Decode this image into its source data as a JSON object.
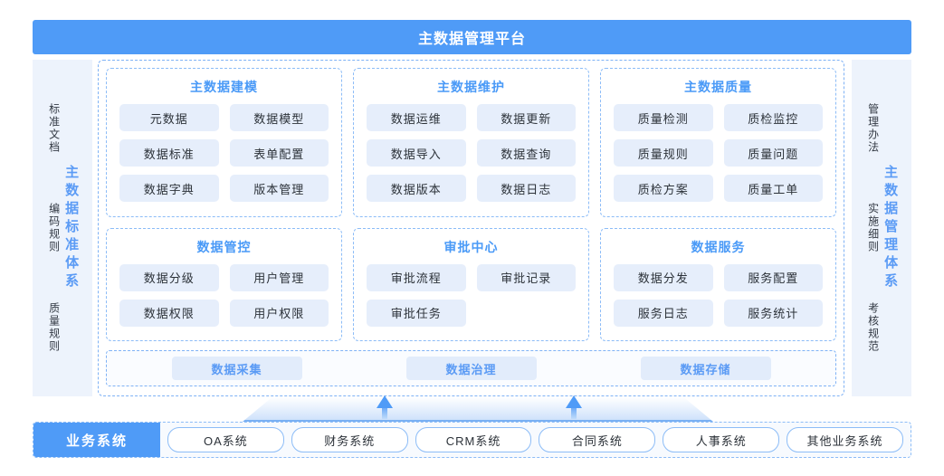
{
  "header": {
    "title": "主数据管理平台"
  },
  "colors": {
    "brand_blue": "#4f9bf7",
    "title_blue": "#4a9af7",
    "chip_bg": "#e6eefb",
    "side_panel_bg": "#edf3fc",
    "dashed_border": "#8cbcf7"
  },
  "left_panel": {
    "title": "主数据标准体系",
    "items": [
      {
        "label": "标准文档"
      },
      {
        "label": "编码规则"
      },
      {
        "label": "质量规则"
      }
    ]
  },
  "right_panel": {
    "title": "主数据管理体系",
    "items": [
      {
        "label": "管理办法"
      },
      {
        "label": "实施细则"
      },
      {
        "label": "考核规范"
      }
    ]
  },
  "modules": [
    {
      "title": "主数据建模",
      "items": [
        {
          "label": "元数据"
        },
        {
          "label": "数据模型"
        },
        {
          "label": "数据标准"
        },
        {
          "label": "表单配置"
        },
        {
          "label": "数据字典"
        },
        {
          "label": "版本管理"
        }
      ]
    },
    {
      "title": "主数据维护",
      "items": [
        {
          "label": "数据运维"
        },
        {
          "label": "数据更新"
        },
        {
          "label": "数据导入"
        },
        {
          "label": "数据查询"
        },
        {
          "label": "数据版本"
        },
        {
          "label": "数据日志"
        }
      ]
    },
    {
      "title": "主数据质量",
      "items": [
        {
          "label": "质量检测"
        },
        {
          "label": "质检监控"
        },
        {
          "label": "质量规则"
        },
        {
          "label": "质量问题"
        },
        {
          "label": "质检方案"
        },
        {
          "label": "质量工单"
        }
      ]
    },
    {
      "title": "数据管控",
      "items": [
        {
          "label": "数据分级"
        },
        {
          "label": "用户管理"
        },
        {
          "label": "数据权限"
        },
        {
          "label": "用户权限"
        }
      ]
    },
    {
      "title": "审批中心",
      "items": [
        {
          "label": "审批流程"
        },
        {
          "label": "审批记录"
        },
        {
          "label": "审批任务"
        }
      ]
    },
    {
      "title": "数据服务",
      "items": [
        {
          "label": "数据分发"
        },
        {
          "label": "服务配置"
        },
        {
          "label": "服务日志"
        },
        {
          "label": "服务统计"
        }
      ]
    }
  ],
  "pipeline": {
    "items": [
      {
        "label": "数据采集"
      },
      {
        "label": "数据治理"
      },
      {
        "label": "数据存储"
      }
    ]
  },
  "business": {
    "label": "业务系统",
    "systems": [
      {
        "label": "OA系统"
      },
      {
        "label": "财务系统"
      },
      {
        "label": "CRM系统"
      },
      {
        "label": "合同系统"
      },
      {
        "label": "人事系统"
      },
      {
        "label": "其他业务系统"
      }
    ]
  }
}
